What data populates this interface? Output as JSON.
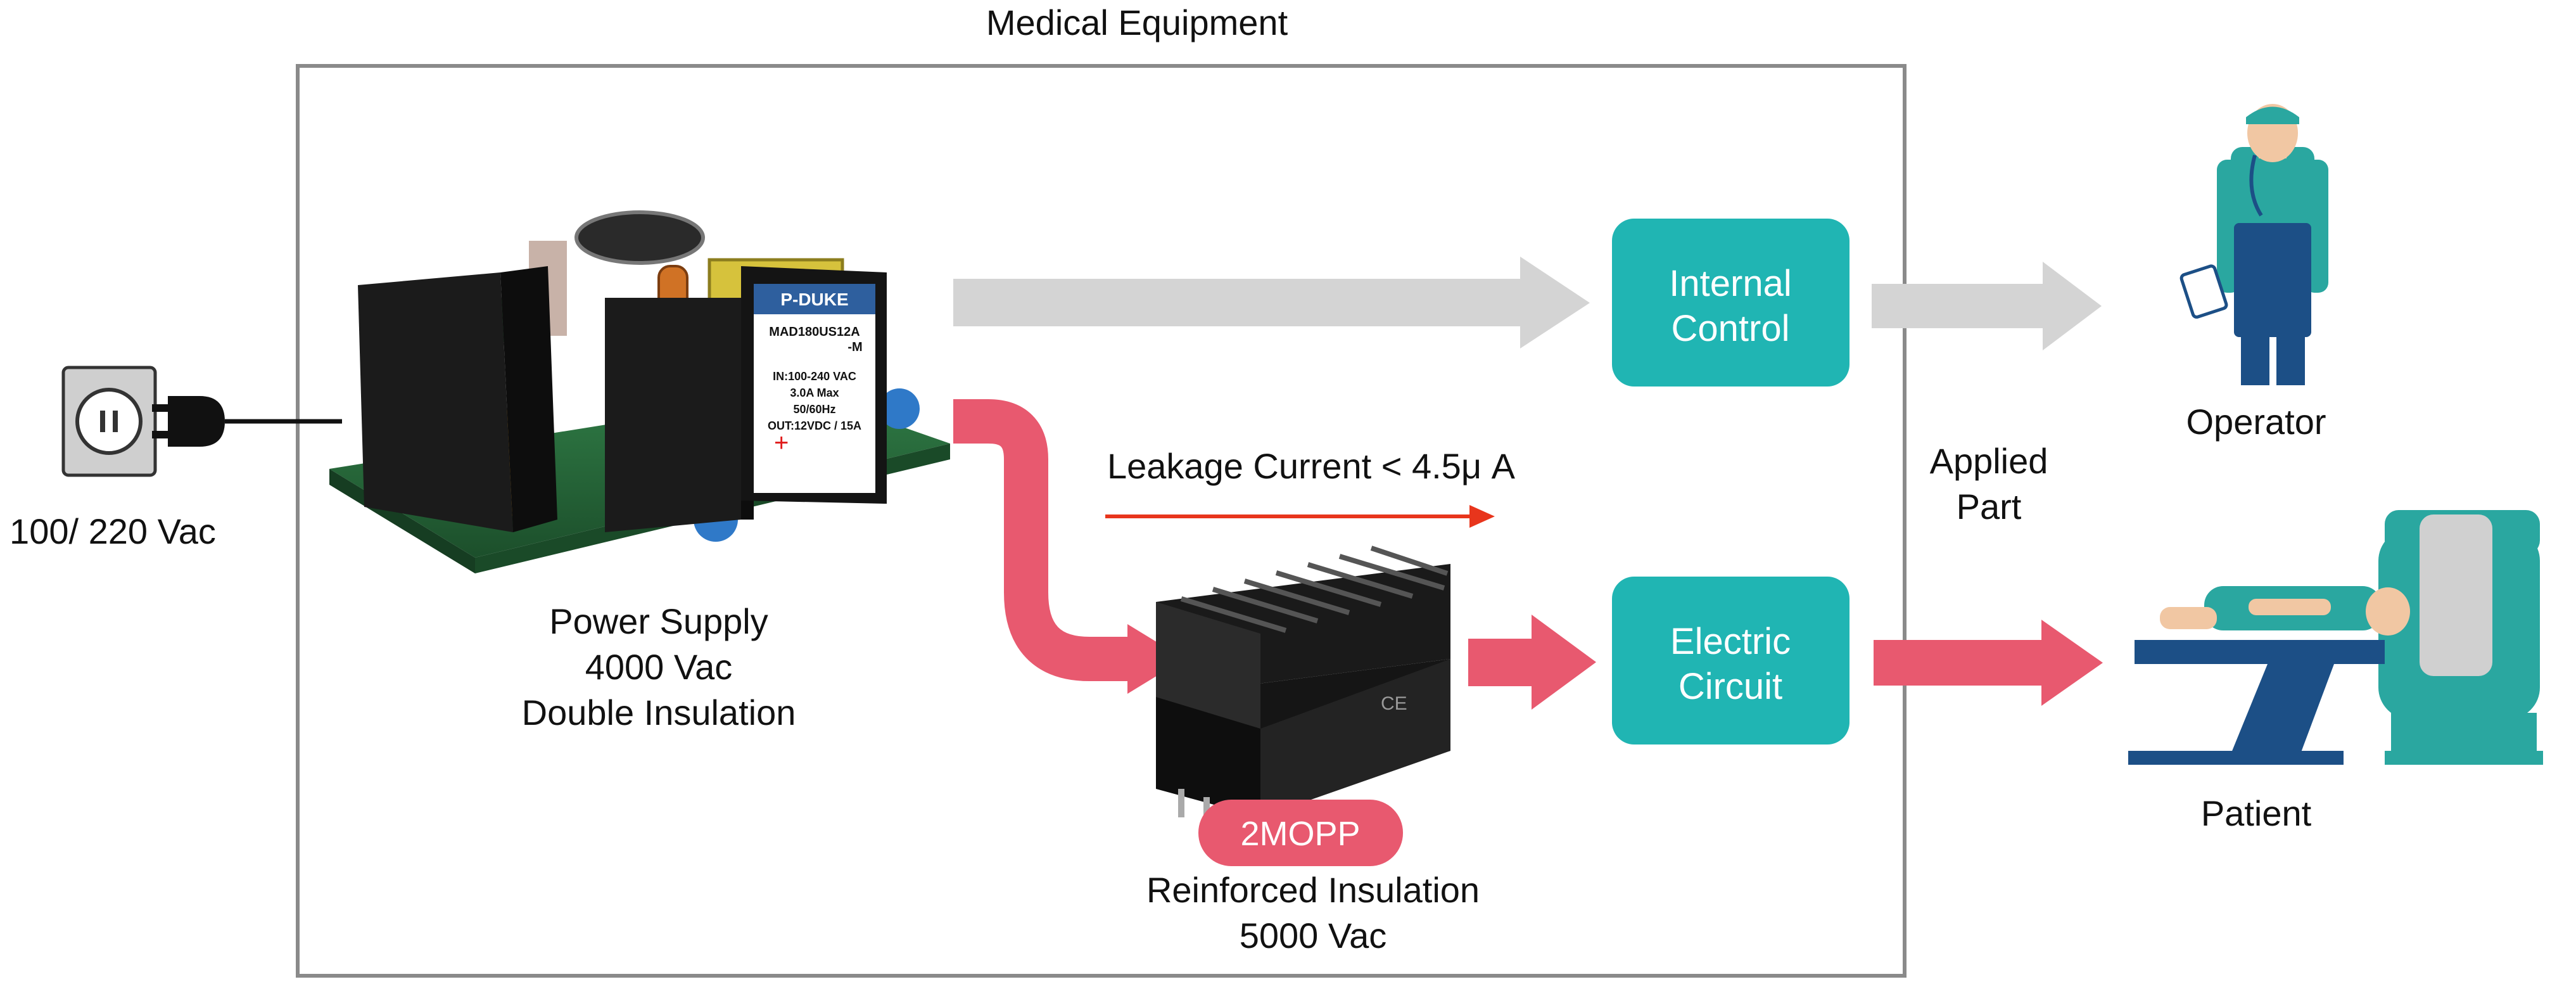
{
  "diagram": {
    "container_title": "Medical Equipment",
    "input": {
      "voltage_label": "100/ 220 Vac"
    },
    "power_supply": {
      "brand_label": "P-DUKE",
      "model_label": "MAD180US12A",
      "model_suffix": "-M",
      "spec_lines": [
        "IN:100-240 VAC",
        "3.0A Max",
        "50/60Hz",
        "OUT:12VDC / 15A"
      ],
      "caption_lines": [
        "Power Supply",
        "4000 Vac",
        "Double Insulation"
      ]
    },
    "leakage_label": "Leakage Current < 4.5μ A",
    "boxes": {
      "internal_control": [
        "Internal",
        "Control"
      ],
      "electric_circuit": [
        "Electric",
        "Circuit"
      ]
    },
    "converter": {
      "badge": "2MOPP",
      "caption_lines": [
        "Reinforced Insulation",
        "5000 Vac"
      ]
    },
    "applied_part_lines": [
      "Applied",
      "Part"
    ],
    "operator_label": "Operator",
    "patient_label": "Patient",
    "colors": {
      "teal": "#20b5b3",
      "pink": "#e8596f",
      "grey_arrow": "#d4d4d4",
      "container_border": "#8a8a8a",
      "leakage_red": "#e8351c",
      "navy": "#1f4f86"
    }
  }
}
